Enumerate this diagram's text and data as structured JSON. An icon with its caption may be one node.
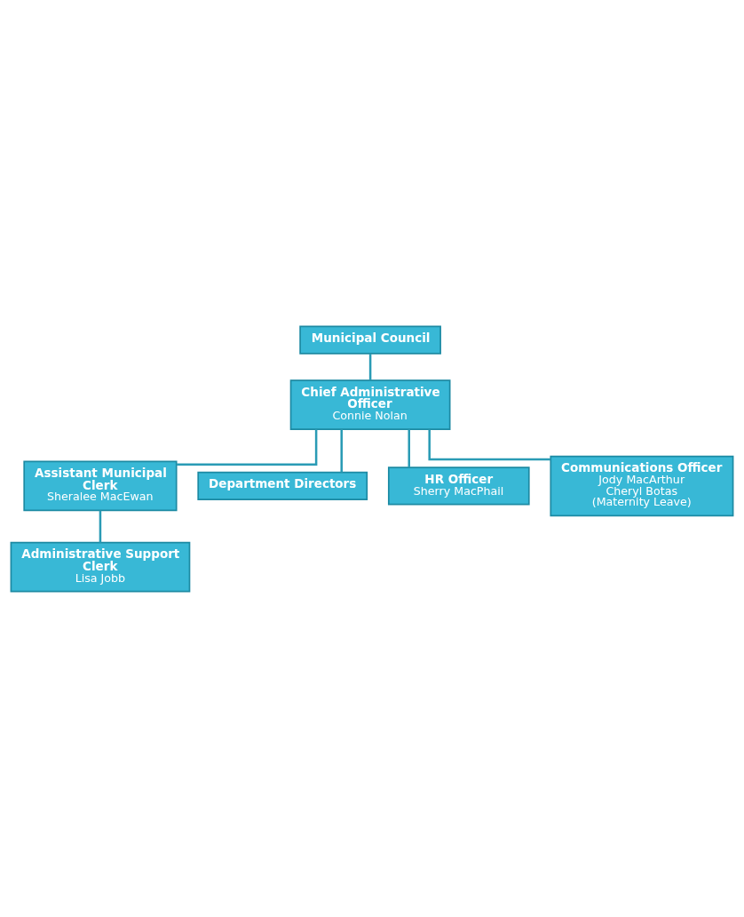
{
  "diagram": {
    "nodes": [
      {
        "text": [
          "Municipal Council"
        ]
      },
      {
        "text": [
          "Chief Administrative Officer",
          "Connie Nolan"
        ]
      },
      {
        "text": [
          "Assistant Municipal Clerk",
          "Sheralee MacEwan"
        ]
      },
      {
        "text": [
          "Administrative Support Clerk",
          "Lisa Jobb"
        ]
      },
      {
        "text": [
          "Department Directors"
        ]
      },
      {
        "text": [
          "HR Officer",
          "Sherry MacPhail"
        ]
      },
      {
        "text": [
          "Communications Officer",
          "Jody MacArthur",
          "Cheryl Botas (Maternity Leave)"
        ]
      }
    ],
    "edges": [
      {
        "from": 0,
        "to": 1,
        "arrow": "none"
      },
      {
        "from": 1,
        "to": 2,
        "arrow": "none"
      },
      {
        "from": 2,
        "to": 3,
        "arrow": "none"
      },
      {
        "from": 1,
        "to": 4,
        "arrow": "none"
      },
      {
        "from": 1,
        "to": 5,
        "arrow": "none"
      },
      {
        "from": 1,
        "to": 6,
        "arrow": "none"
      }
    ]
  }
}
